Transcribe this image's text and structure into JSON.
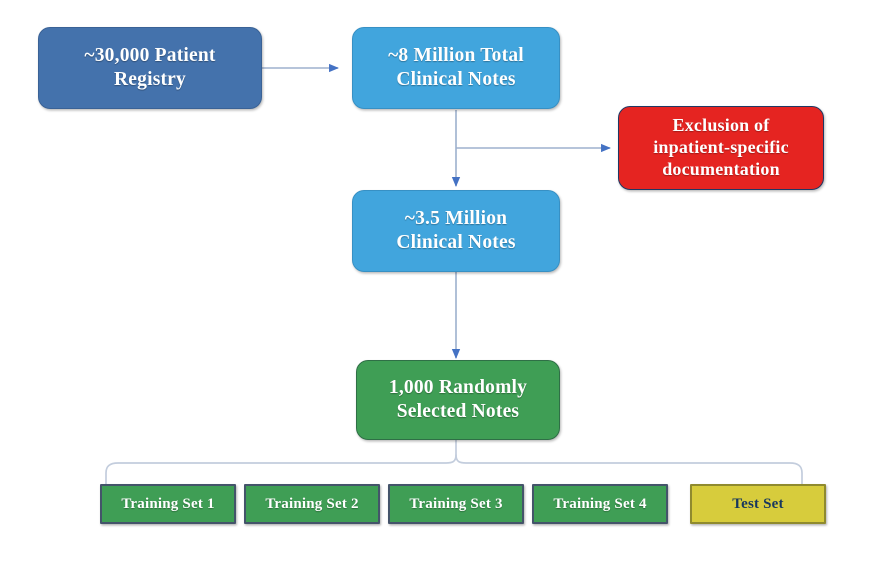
{
  "diagram": {
    "title": "Clinical notes dataset construction flowchart",
    "colors": {
      "registry_blue": "#4472ac",
      "notes_cyan": "#41a5dd",
      "exclusion_red": "#e52421",
      "selected_green": "#3f9e55",
      "test_yellow": "#d7cc3c",
      "arrow_blue": "#4472c4",
      "brace_gray": "#b4c0d4",
      "box_border": "#44546a",
      "text_white": "#ffffff",
      "text_navy": "#17375e"
    },
    "nodes": [
      {
        "id": "registry",
        "label": "~30,000 Patient\nRegistry"
      },
      {
        "id": "all_notes",
        "label": "~8 Million Total\nClinical Notes"
      },
      {
        "id": "exclusion",
        "label": "Exclusion of\ninpatient-specific\ndocumentation"
      },
      {
        "id": "filtered",
        "label": "~3.5 Million\nClinical Notes"
      },
      {
        "id": "sampled",
        "label": "1,000 Randomly\nSelected Notes"
      }
    ],
    "splits": [
      {
        "id": "train1",
        "label": "Training Set 1",
        "kind": "training"
      },
      {
        "id": "train2",
        "label": "Training Set 2",
        "kind": "training"
      },
      {
        "id": "train3",
        "label": "Training Set 3",
        "kind": "training"
      },
      {
        "id": "train4",
        "label": "Training Set 4",
        "kind": "training"
      },
      {
        "id": "test",
        "label": "Test Set",
        "kind": "test"
      }
    ],
    "connectors": [
      {
        "id": "registry-to-all-notes",
        "type": "arrow",
        "direction": "right"
      },
      {
        "id": "all-notes-to-filtered",
        "type": "arrow",
        "direction": "down"
      },
      {
        "id": "all-notes-to-exclusion",
        "type": "arrow",
        "direction": "right"
      },
      {
        "id": "filtered-to-sampled",
        "type": "arrow",
        "direction": "down"
      },
      {
        "id": "sampled-to-splits",
        "type": "brace",
        "direction": "down"
      }
    ]
  }
}
